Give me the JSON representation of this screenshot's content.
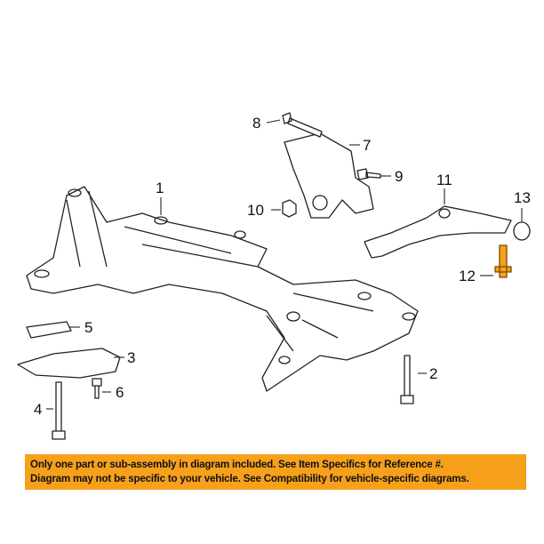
{
  "callouts": [
    {
      "id": "1",
      "label": "1"
    },
    {
      "id": "2",
      "label": "2"
    },
    {
      "id": "3",
      "label": "3"
    },
    {
      "id": "4",
      "label": "4"
    },
    {
      "id": "5",
      "label": "5"
    },
    {
      "id": "6",
      "label": "6"
    },
    {
      "id": "7",
      "label": "7"
    },
    {
      "id": "8",
      "label": "8"
    },
    {
      "id": "9",
      "label": "9"
    },
    {
      "id": "10",
      "label": "10"
    },
    {
      "id": "11",
      "label": "11"
    },
    {
      "id": "12",
      "label": "12"
    },
    {
      "id": "13",
      "label": "13"
    }
  ],
  "highlight_color": "#f6a01c",
  "banner": {
    "line1": "Only one part or sub-assembly in diagram included. See Item Specifics for Reference #.",
    "line2": "Diagram may not be specific to your vehicle. See Compatibility for vehicle-specific diagrams."
  }
}
